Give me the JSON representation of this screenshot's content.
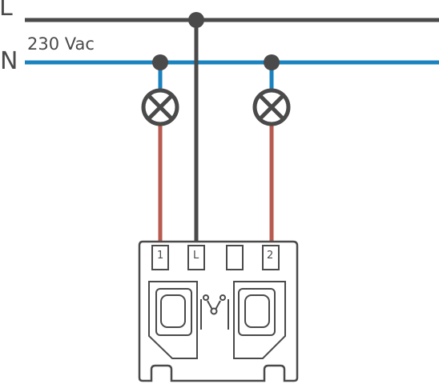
{
  "lines": {
    "live_label": "L",
    "neutral_label": "N",
    "voltage_label": "230 Vac"
  },
  "switch_module": {
    "terminals": [
      "1",
      "L",
      "",
      "2"
    ]
  },
  "colors": {
    "live_wire": "#4a4a4a",
    "neutral_wire": "#1a82bf",
    "load_wire": "#b85a4e",
    "outline": "#4a4a4a",
    "background": "#ffffff"
  },
  "icons": {
    "lamp_left": "lamp-icon",
    "lamp_right": "lamp-icon",
    "switch_symbol": "two-way-switch-icon"
  }
}
